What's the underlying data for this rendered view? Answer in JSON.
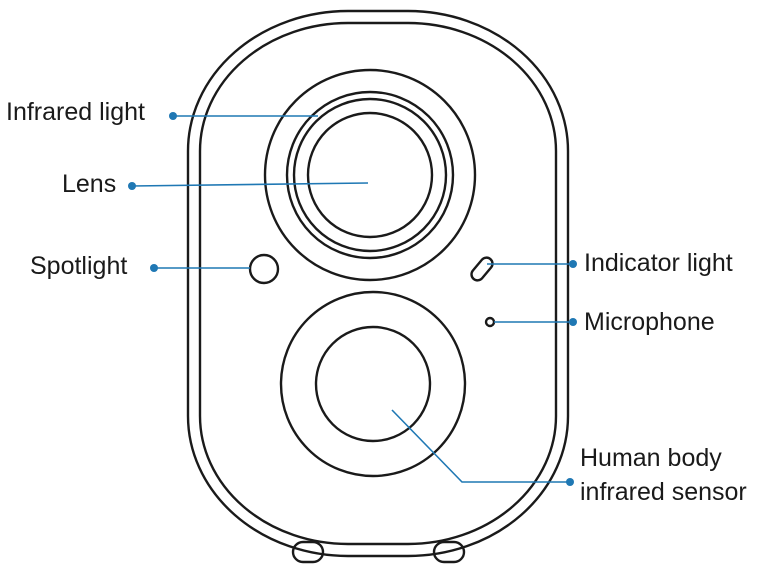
{
  "labels": {
    "infrared_light": "Infrared light",
    "lens": "Lens",
    "spotlight": "Spotlight",
    "indicator_light": "Indicator light",
    "microphone": "Microphone",
    "human_body_line1": "Human body",
    "human_body_line2": "infrared sensor"
  },
  "colors": {
    "outline": "#1a1a1a",
    "leader_line": "#1f78b4",
    "background": "#ffffff"
  }
}
